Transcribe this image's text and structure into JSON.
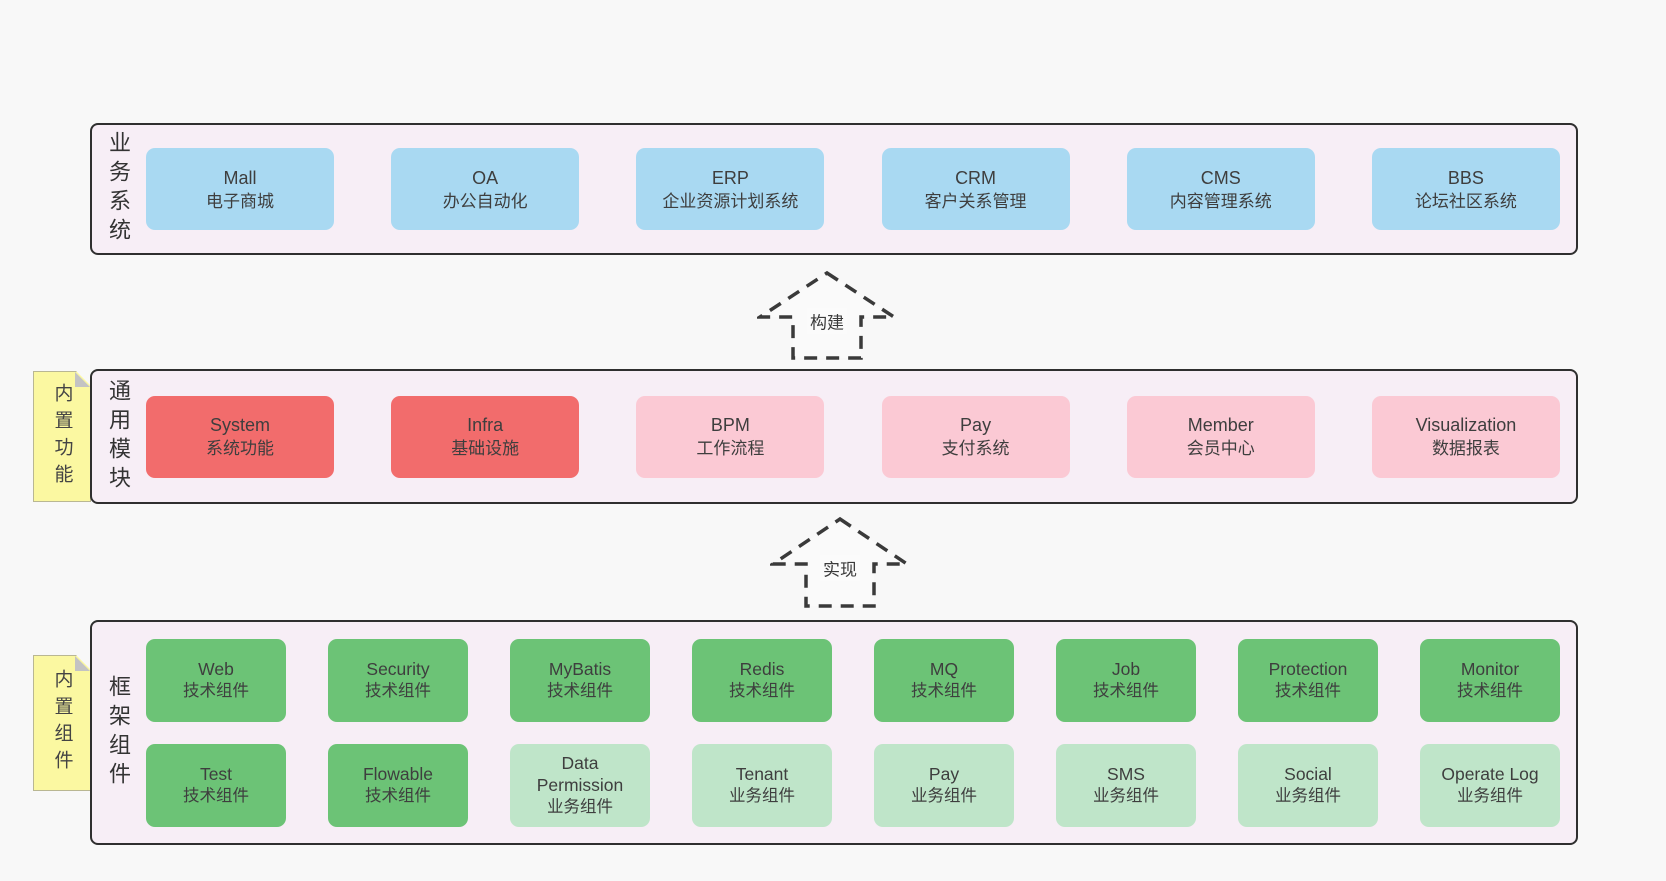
{
  "colors": {
    "page_bg": "#f8f8f8",
    "container_bg": "#f7eef6",
    "container_border": "#2f2f2f",
    "box_blue": "#a9d9f2",
    "box_red": "#f26c6c",
    "box_pink": "#fbc9d4",
    "box_green": "#6cc376",
    "box_lightgreen": "#bfe5c9",
    "sticky_yellow": "#fbf8a1",
    "text": "#3e3e3e"
  },
  "arrows": [
    {
      "label": "构建"
    },
    {
      "label": "实现"
    }
  ],
  "layers": [
    {
      "label": "业务系统",
      "boxes": [
        {
          "title": "Mall",
          "subtitle": "电子商城",
          "variant": "blue"
        },
        {
          "title": "OA",
          "subtitle": "办公自动化",
          "variant": "blue"
        },
        {
          "title": "ERP",
          "subtitle": "企业资源计划系统",
          "variant": "blue"
        },
        {
          "title": "CRM",
          "subtitle": "客户关系管理",
          "variant": "blue"
        },
        {
          "title": "CMS",
          "subtitle": "内容管理系统",
          "variant": "blue"
        },
        {
          "title": "BBS",
          "subtitle": "论坛社区系统",
          "variant": "blue"
        }
      ]
    },
    {
      "label": "通用模块",
      "tag": "内置功能",
      "boxes": [
        {
          "title": "System",
          "subtitle": "系统功能",
          "variant": "red"
        },
        {
          "title": "Infra",
          "subtitle": "基础设施",
          "variant": "red"
        },
        {
          "title": "BPM",
          "subtitle": "工作流程",
          "variant": "pink"
        },
        {
          "title": "Pay",
          "subtitle": "支付系统",
          "variant": "pink"
        },
        {
          "title": "Member",
          "subtitle": "会员中心",
          "variant": "pink"
        },
        {
          "title": "Visualization",
          "subtitle": "数据报表",
          "variant": "pink"
        }
      ]
    },
    {
      "label": "框架组件",
      "tag": "内置组件",
      "rows": [
        [
          {
            "title": "Web",
            "subtitle": "技术组件",
            "variant": "green"
          },
          {
            "title": "Security",
            "subtitle": "技术组件",
            "variant": "green"
          },
          {
            "title": "MyBatis",
            "subtitle": "技术组件",
            "variant": "green"
          },
          {
            "title": "Redis",
            "subtitle": "技术组件",
            "variant": "green"
          },
          {
            "title": "MQ",
            "subtitle": "技术组件",
            "variant": "green"
          },
          {
            "title": "Job",
            "subtitle": "技术组件",
            "variant": "green"
          },
          {
            "title": "Protection",
            "subtitle": "技术组件",
            "variant": "green"
          },
          {
            "title": "Monitor",
            "subtitle": "技术组件",
            "variant": "green"
          }
        ],
        [
          {
            "title": "Test",
            "subtitle": "技术组件",
            "variant": "green"
          },
          {
            "title": "Flowable",
            "subtitle": "技术组件",
            "variant": "green"
          },
          {
            "title": "Data Permission",
            "subtitle": "业务组件",
            "variant": "lightgreen"
          },
          {
            "title": "Tenant",
            "subtitle": "业务组件",
            "variant": "lightgreen"
          },
          {
            "title": "Pay",
            "subtitle": "业务组件",
            "variant": "lightgreen"
          },
          {
            "title": "SMS",
            "subtitle": "业务组件",
            "variant": "lightgreen"
          },
          {
            "title": "Social",
            "subtitle": "业务组件",
            "variant": "lightgreen"
          },
          {
            "title": "Operate Log",
            "subtitle": "业务组件",
            "variant": "lightgreen"
          }
        ]
      ]
    }
  ]
}
